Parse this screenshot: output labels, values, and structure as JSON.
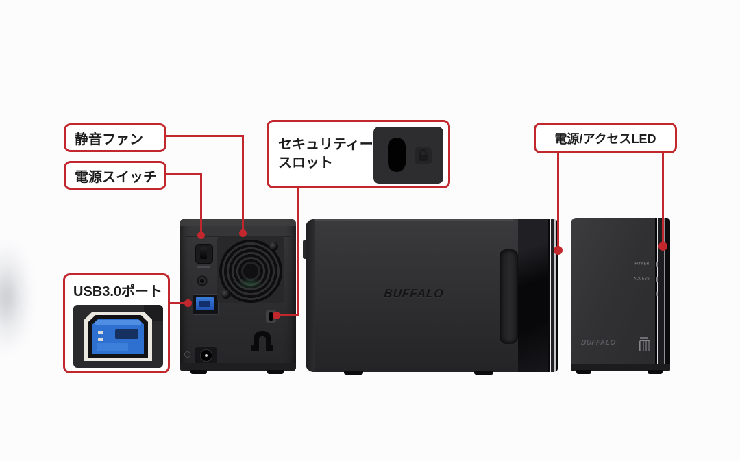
{
  "colors": {
    "accent_red": "#c1272d",
    "device_body": "#2e2e30",
    "usb_blue": "#2e70cf",
    "background": "#fcfcfd"
  },
  "callouts": {
    "fan": {
      "label": "静音ファン"
    },
    "power_switch": {
      "label": "電源スイッチ"
    },
    "security_slot": {
      "label_line1": "セキュリティー",
      "label_line2": "スロット"
    },
    "usb_port": {
      "label": "USB3.0ポート"
    },
    "power_access_led": {
      "label": "電源/アクセスLED"
    }
  },
  "devices": {
    "side_view": {
      "logo": "BUFFALO"
    },
    "front_view": {
      "logo": "BUFFALO",
      "leds": {
        "power": "POWER",
        "access": "ACCESS"
      }
    }
  }
}
